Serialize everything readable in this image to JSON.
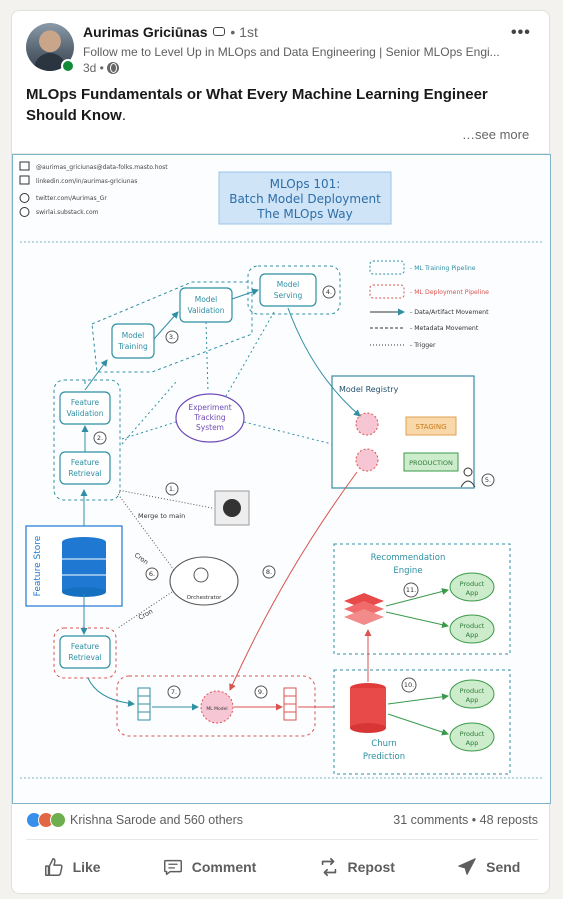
{
  "author": {
    "name": "Aurimas Griciūnas",
    "degree": "• 1st",
    "headline": "Follow me to Level Up in MLOps and Data Engineering | Senior MLOps Engi...",
    "time": "3d •"
  },
  "post": {
    "title": "MLOps Fundamentals or What Every Machine Learning Engineer Should Know",
    "title_end": ".",
    "see_more": "…see more"
  },
  "diagram": {
    "socials": [
      "@aurimas_griciunas@data-folks.masto.host",
      "linkedin.com/in/aurimas-griciunas",
      "twitter.com/Aurimas_Gr",
      "swirlai.substack.com"
    ],
    "title_lines": [
      "MLOps 101:",
      "Batch Model Deployment",
      "The MLOps Way"
    ],
    "legend": [
      "- ML Training Pipeline",
      "- ML Deployment Pipeline",
      "- Data/Artifact Movement",
      "- Metadata Movement",
      "- Trigger"
    ],
    "nodes": {
      "model_serving": "Model Serving",
      "model_validation": "Model Validation",
      "model_training": "Model Training",
      "feature_validation": "Feature Validation",
      "feature_retrieval": "Feature Retrieval",
      "experiment_tracking": "Experiment Tracking System",
      "model_registry": "Model Registry",
      "staging": "STAGING",
      "production": "PRODUCTION",
      "merge": "Merge to main",
      "cron1": "Cron",
      "cron2": "Cron",
      "orchestrator": "Orchestrator",
      "feature_store": "Feature Store",
      "feature_retrieval_2": "Feature Retrieval",
      "ml_model": "ML Model",
      "rec_engine": "Recommendation Engine",
      "product_app": "Product App",
      "churn": "Churn Prediction"
    },
    "steps": [
      "1.",
      "2.",
      "3.",
      "4.",
      "5.",
      "6.",
      "7.",
      "8.",
      "9.",
      "10.",
      "11."
    ]
  },
  "stats": {
    "reactions_label": "Krishna Sarode and 560 others",
    "counts": "31 comments • 48 reposts"
  },
  "actions": {
    "like": "Like",
    "comment": "Comment",
    "repost": "Repost",
    "send": "Send"
  },
  "colors": {
    "accent_teal": "#2f8fa3",
    "pipeline_red": "#d9534f",
    "store_blue": "#1f78d1",
    "online": "#138a36"
  },
  "icons": [
    "ellipsis-icon",
    "globe-icon",
    "like-icon",
    "comment-icon",
    "repost-icon",
    "send-icon"
  ]
}
